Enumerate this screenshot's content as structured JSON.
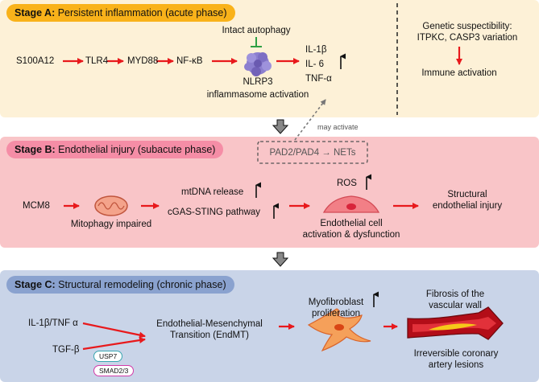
{
  "stage_a": {
    "title_prefix": "Stage A:",
    "title_rest": " Persistent inflammation (acute phase)",
    "s100a12": "S100A12",
    "tlr4": "TLR4",
    "myd88": "MYD88",
    "nfkb": "NF-κB",
    "autophagy": "Intact autophagy",
    "nlrp3": "NLRP3",
    "inflammasome": "inflammasome activation",
    "il1b": "IL-1β",
    "il6": "IL- 6",
    "tnfa": "TNF-α",
    "genetic_line1": "Genetic suspectibility:",
    "genetic_line2": "ITPKC, CASP3 variation",
    "immune": "Immune activation"
  },
  "link": {
    "may_activate": "may activate",
    "nets": "PAD2/PAD4 → NETs"
  },
  "stage_b": {
    "title_prefix": "Stage B:",
    "title_rest": "  Endothelial injury (subacute phase)",
    "mcm8": "MCM8",
    "mitophagy": "Mitophagy impaired",
    "mtdna": "mtDNA release",
    "cgas": "cGAS-STING pathway",
    "ros": "ROS",
    "endo_line1": "Endothelial cell",
    "endo_line2": "activation & dysfunction",
    "struct_line1": "Structural",
    "struct_line2": "endothelial injury"
  },
  "stage_c": {
    "title_prefix": "Stage C:",
    "title_rest": " Structural remodeling (chronic phase)",
    "il1b_tnf": "IL-1β/TNF α",
    "tgfb": "TGF-β",
    "usp7": "USP7",
    "smad": "SMAD2/3",
    "endmt_line1": "Endothelial-Mesenchymal",
    "endmt_line2": "Transition (EndMT)",
    "myo_line1": "Myofibroblast",
    "myo_line2": "proliferation",
    "fib_line1": "Fibrosis of the",
    "fib_line2": "vascular wall",
    "irr_line1": "Irreversible coronary",
    "irr_line2": "artery lesions"
  },
  "colors": {
    "arrow_red": "#e8191c",
    "inhibit_green": "#2ea043",
    "stage_a_pill": "#f9b21a",
    "stage_b_pill": "#f58da6",
    "stage_c_pill": "#8aa2cf",
    "panel_a": "#fdf1d7",
    "panel_b": "#f9c5c8",
    "panel_c": "#c9d4e8"
  }
}
